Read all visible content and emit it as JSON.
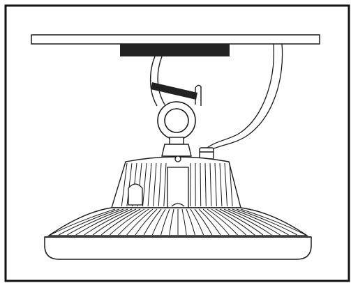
{
  "diagram": {
    "subject": "ufo-high-bay-light-mounted-with-hook-and-safety-cable",
    "labels": [],
    "colors": {
      "line": "#1a1a1a",
      "fill": "#ffffff",
      "bracket": "#222222",
      "frame": "#111111"
    },
    "icons": [
      "ceiling-panel",
      "mounting-bracket",
      "hook-ring",
      "safety-cable",
      "lamp-housing",
      "heatsink-fins",
      "diffuser-lens"
    ]
  }
}
